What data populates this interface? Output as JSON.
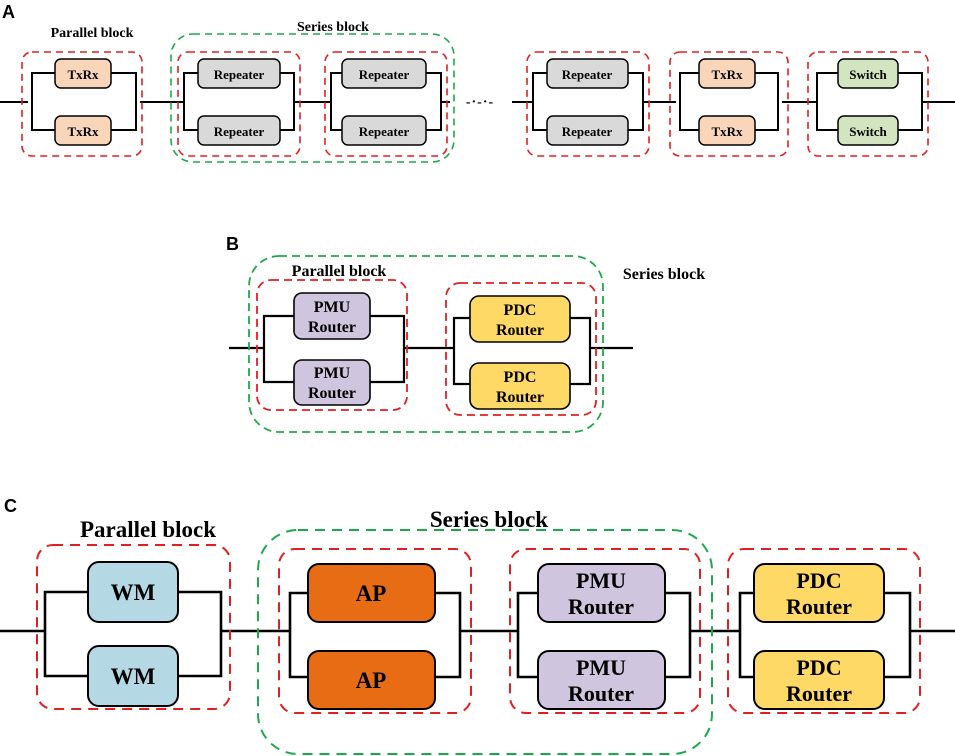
{
  "colors": {
    "txrx": "#f9d5b9",
    "repeater": "#d9d9d9",
    "switch": "#d3e4c0",
    "pmu": "#d0c5de",
    "pdc": "#ffd966",
    "wm": "#b4d9e5",
    "ap": "#e76c13",
    "parallel_outline": "#e02020",
    "series_outline": "#1fa84a"
  },
  "panel_a": {
    "letter": "A",
    "parallel_label": "Parallel block",
    "series_label": "Series block",
    "gap_marker": "-·-·-",
    "devices": {
      "txrx": "TxRx",
      "repeater": "Repeater",
      "switch": "Switch"
    }
  },
  "panel_b": {
    "letter": "B",
    "parallel_label": "Parallel block",
    "series_label": "Series block",
    "devices": {
      "pmu_line1": "PMU",
      "pmu_line2": "Router",
      "pdc_line1": "PDC",
      "pdc_line2": "Router"
    }
  },
  "panel_c": {
    "letter": "C",
    "parallel_label": "Parallel block",
    "series_label": "Series block",
    "devices": {
      "wm": "WM",
      "ap": "AP",
      "pmu_line1": "PMU",
      "pmu_line2": "Router",
      "pdc_line1": "PDC",
      "pdc_line2": "Router"
    }
  }
}
